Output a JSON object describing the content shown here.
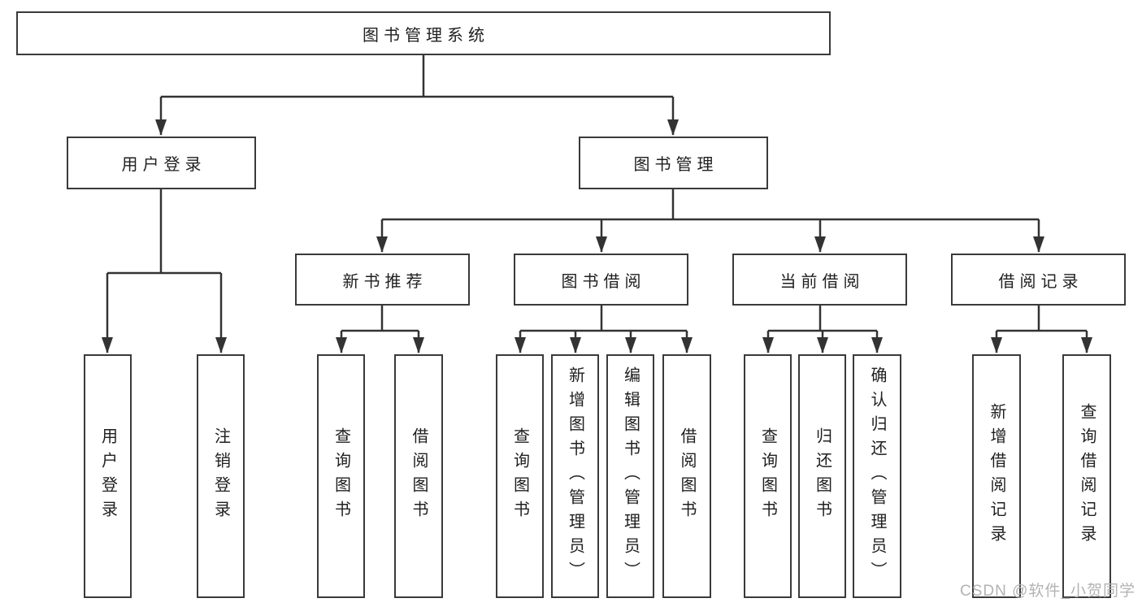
{
  "diagram": {
    "root": "图书管理系统",
    "level2": {
      "user_login": "用户登录",
      "book_mgmt": "图书管理"
    },
    "level3": {
      "new_book": "新书推荐",
      "borrow": "图书借阅",
      "current": "当前借阅",
      "records": "借阅记录"
    },
    "leaves": {
      "user_login": "用户登录",
      "logout": "注销登录",
      "nb_query": "查询图书",
      "nb_borrow": "借阅图书",
      "bw_query": "查询图书",
      "bw_add": "新增图书（管理员）",
      "bw_edit": "编辑图书（管理员）",
      "bw_borrow": "借阅图书",
      "cur_query": "查询图书",
      "cur_return": "归还图书",
      "cur_confirm": "确认归还（管理员）",
      "rec_add": "新增借阅记录",
      "rec_query": "查询借阅记录"
    }
  },
  "watermark": {
    "text": "CSDN @软件_小贺同学"
  }
}
